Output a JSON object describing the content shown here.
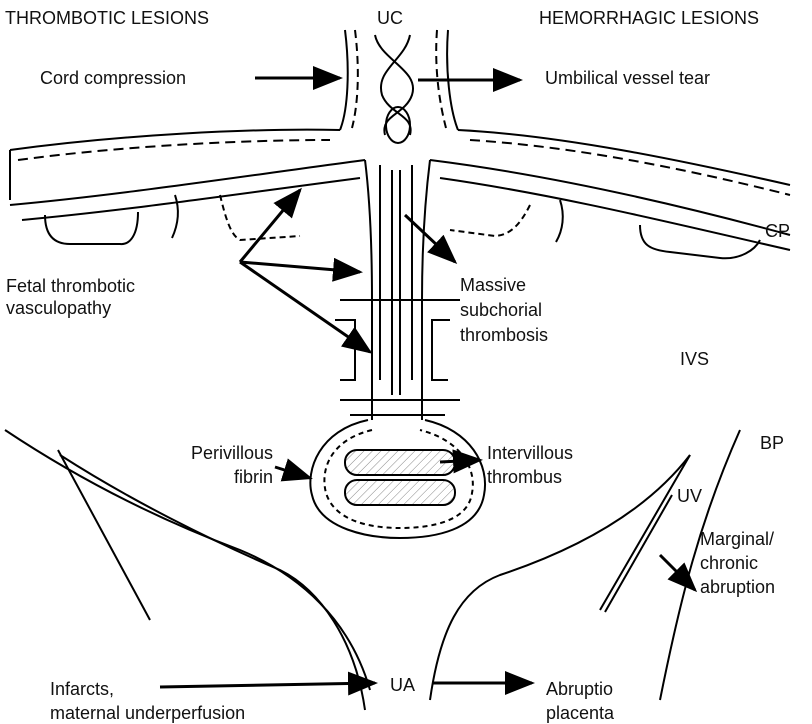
{
  "headers": {
    "left": "THROMBOTIC LESIONS",
    "center": "UC",
    "right": "HEMORRHAGIC LESIONS"
  },
  "regions": {
    "cp": "CP",
    "ivs": "IVS",
    "bp": "BP",
    "uv": "UV",
    "ua": "UA"
  },
  "labels": {
    "cord_compression": "Cord compression",
    "umbilical_vessel_tear": "Umbilical vessel tear",
    "fetal_thrombotic_1": "Fetal thrombotic",
    "fetal_thrombotic_2": "vasculopathy",
    "massive_1": "Massive",
    "massive_2": "subchorial",
    "massive_3": "thrombosis",
    "perivillous_1": "Perivillous",
    "perivillous_2": "fibrin",
    "intervillous_1": "Intervillous",
    "intervillous_2": "thrombus",
    "marginal_1": "Marginal/",
    "marginal_2": "chronic",
    "marginal_3": "abruption",
    "infarcts_1": "Infarcts,",
    "infarcts_2": "maternal underperfusion",
    "abruptio_1": "Abruptio",
    "abruptio_2": "placenta"
  }
}
